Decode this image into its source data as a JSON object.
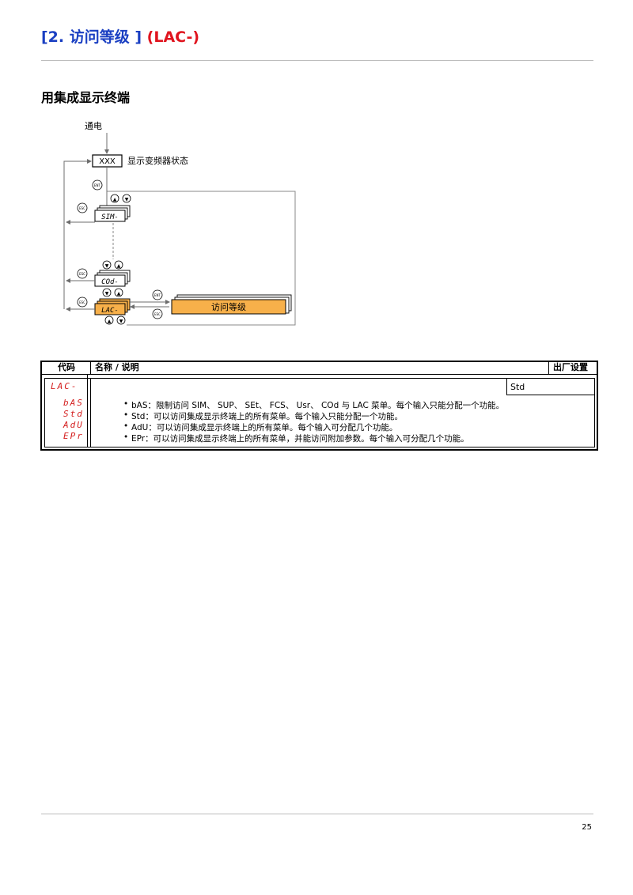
{
  "header": {
    "title_blue": "[2. 访问等级 ]",
    "title_red": "(LAC-)"
  },
  "section": {
    "title": "用集成显示终端"
  },
  "diagram": {
    "power_on_label": "通电",
    "status_box": "XXX",
    "status_caption": "显示变频器状态",
    "menu_sim": "SIM-",
    "menu_cod": "COd-",
    "menu_lac": "LAC-",
    "target_label": "访问等级",
    "btn_ent": "ENT",
    "btn_esc": "ESC",
    "arrow_up": "▲",
    "arrow_down": "▼",
    "colors": {
      "highlight": "#f7b04a",
      "line": "#6d6d6d"
    }
  },
  "table": {
    "col_code": "代码",
    "col_name": "名称 / 说明",
    "col_default": "出厂设置",
    "main_code": "LAC-",
    "default_value": "Std",
    "options": [
      {
        "code": "bAS",
        "text": "bAS：限制访问 SIM、 SUP、 SEt、 FCS、 Usr、 COd 与 LAC 菜单。每个输入只能分配一个功能。"
      },
      {
        "code": "Std",
        "text": "Std：可以访问集成显示终端上的所有菜单。每个输入只能分配一个功能。"
      },
      {
        "code": "AdU",
        "text": "AdU：可以访问集成显示终端上的所有菜单。每个输入可分配几个功能。"
      },
      {
        "code": "EPr",
        "text": "EPr：可以访问集成显示终端上的所有菜单，并能访问附加参数。每个输入可分配几个功能。"
      }
    ]
  },
  "footer": {
    "page_number": "25"
  }
}
